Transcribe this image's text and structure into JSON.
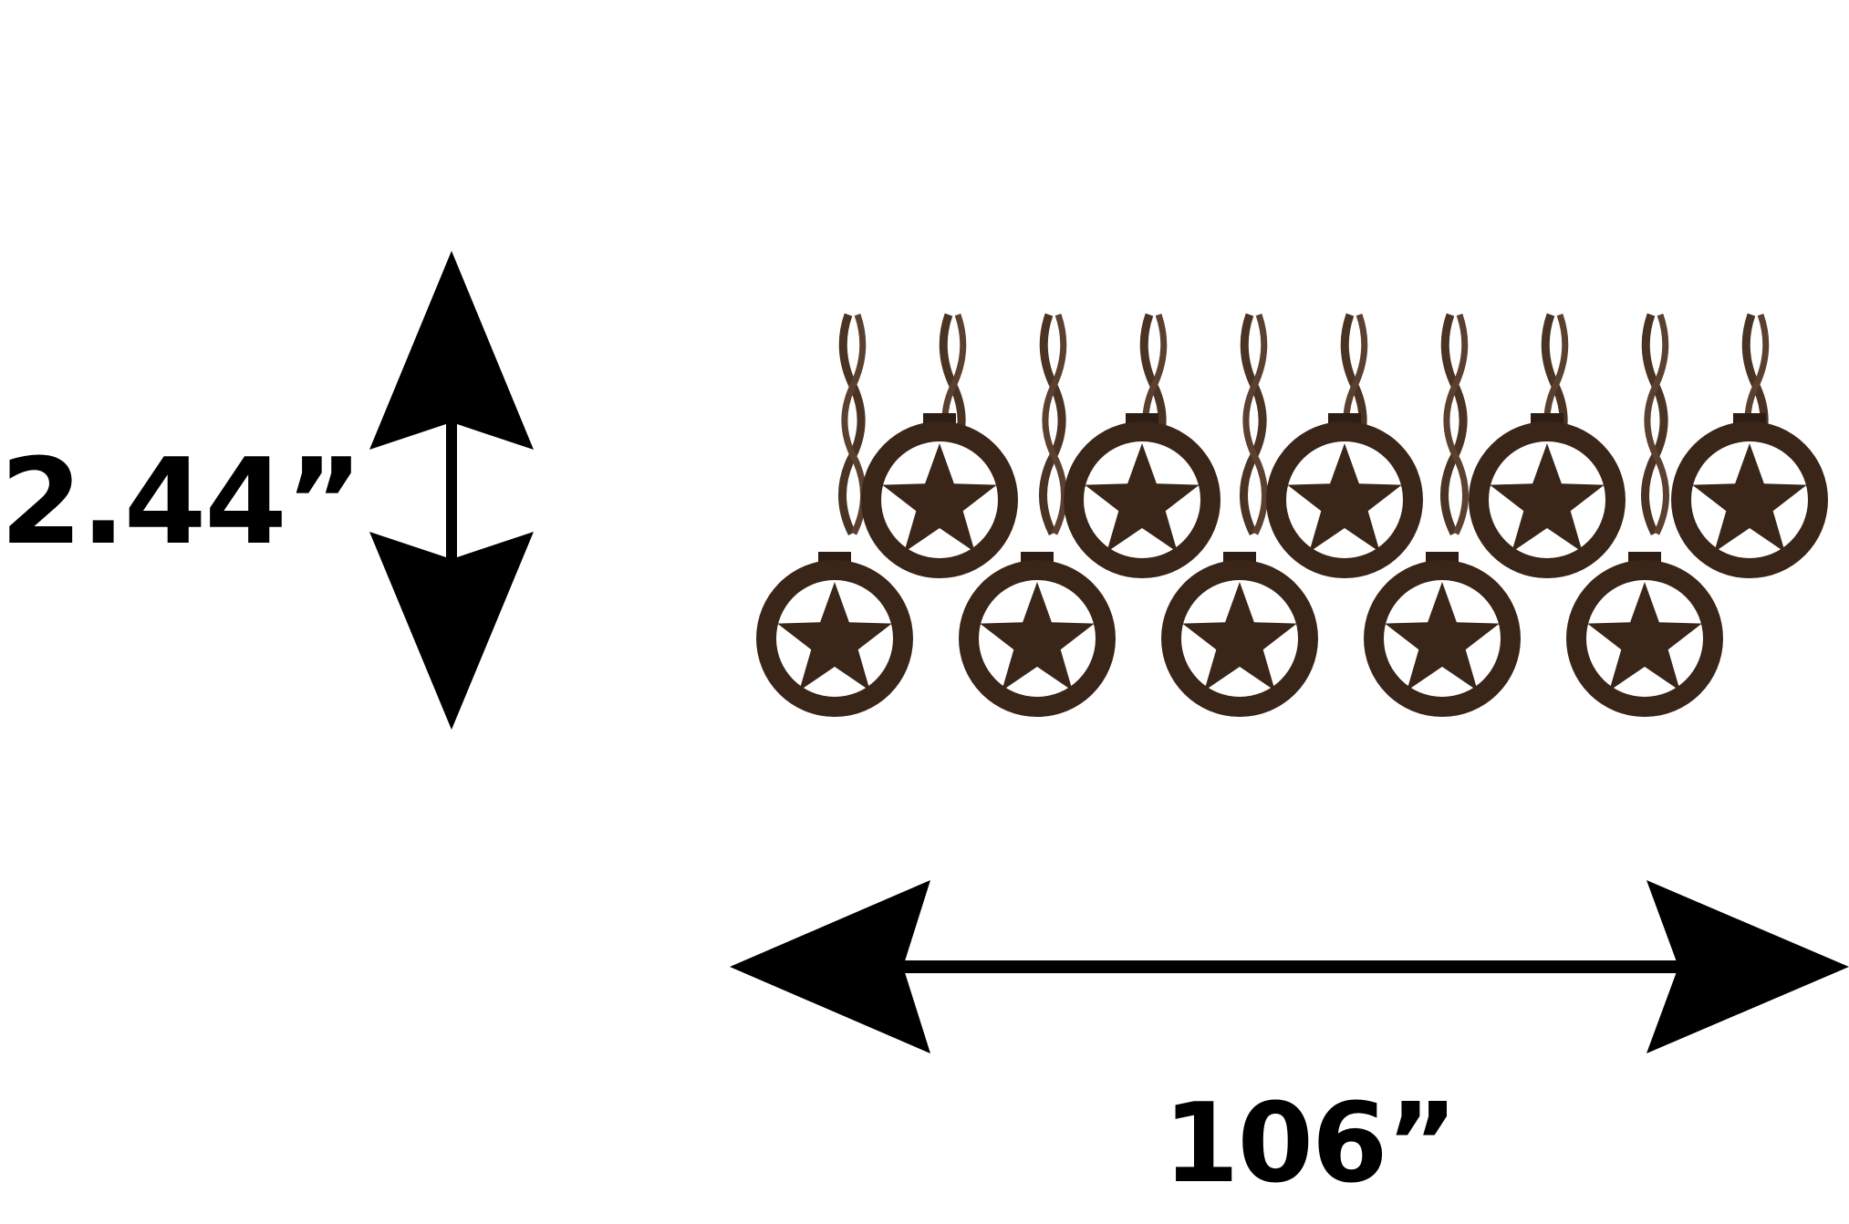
{
  "dimensions": {
    "height": "2.44”",
    "width": "106”"
  },
  "product": {
    "light_count": 10,
    "icon": "lone-star-badge-icon",
    "light_color": "#3a2618",
    "wire_color": "#4a3322"
  },
  "colors": {
    "arrow": "#000000",
    "background": "#ffffff"
  }
}
